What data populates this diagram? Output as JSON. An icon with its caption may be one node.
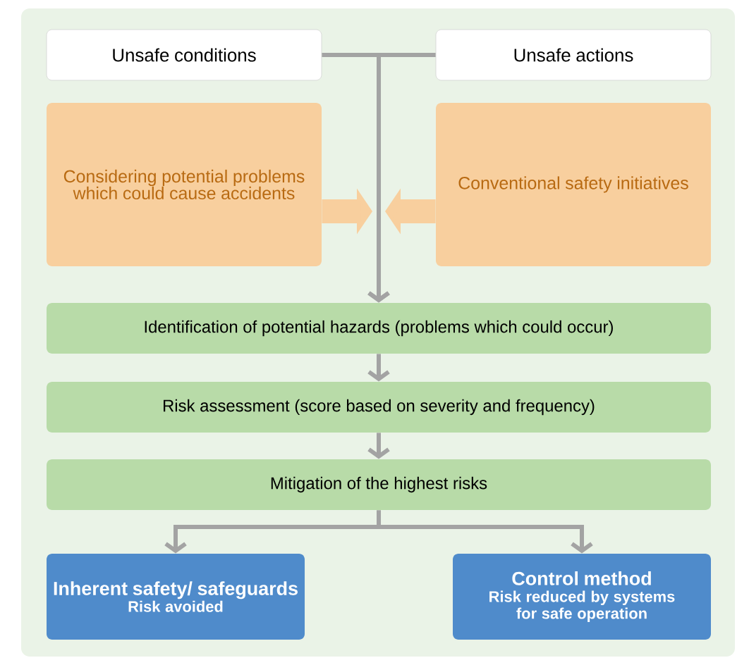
{
  "diagram": {
    "nodes": [
      {
        "text": [
          "Unsafe conditions"
        ]
      },
      {
        "text": [
          "Unsafe actions"
        ]
      },
      {
        "text": [
          "Considering potential problems which could cause accidents"
        ]
      },
      {
        "text": [
          "Conventional safety initiatives"
        ]
      },
      {
        "text": [
          "Identification of potential hazards (problems which could occur)"
        ]
      },
      {
        "text": [
          "Risk assessment (score based on severity and frequency)"
        ]
      },
      {
        "text": [
          "Mitigation of the highest risks"
        ]
      },
      {
        "text": [
          "Inherent safety/ safeguards",
          "Risk avoided"
        ]
      },
      {
        "text": [
          "Control method",
          "Risk reduced by systems for safe operation"
        ]
      }
    ],
    "edges": [
      {
        "from": 0,
        "to": 4,
        "arrow": "to"
      },
      {
        "from": 1,
        "to": 4,
        "arrow": "to"
      },
      {
        "from": 2,
        "to": null,
        "arrow": "to",
        "style": "thick",
        "color": "#f8cf9e"
      },
      {
        "from": 3,
        "to": null,
        "arrow": "to",
        "style": "thick",
        "color": "#f8cf9e"
      },
      {
        "from": 4,
        "to": 5,
        "arrow": "to"
      },
      {
        "from": 5,
        "to": 6,
        "arrow": "to"
      },
      {
        "from": 6,
        "to": 7,
        "arrow": "to"
      },
      {
        "from": 6,
        "to": 8,
        "arrow": "to"
      }
    ]
  }
}
